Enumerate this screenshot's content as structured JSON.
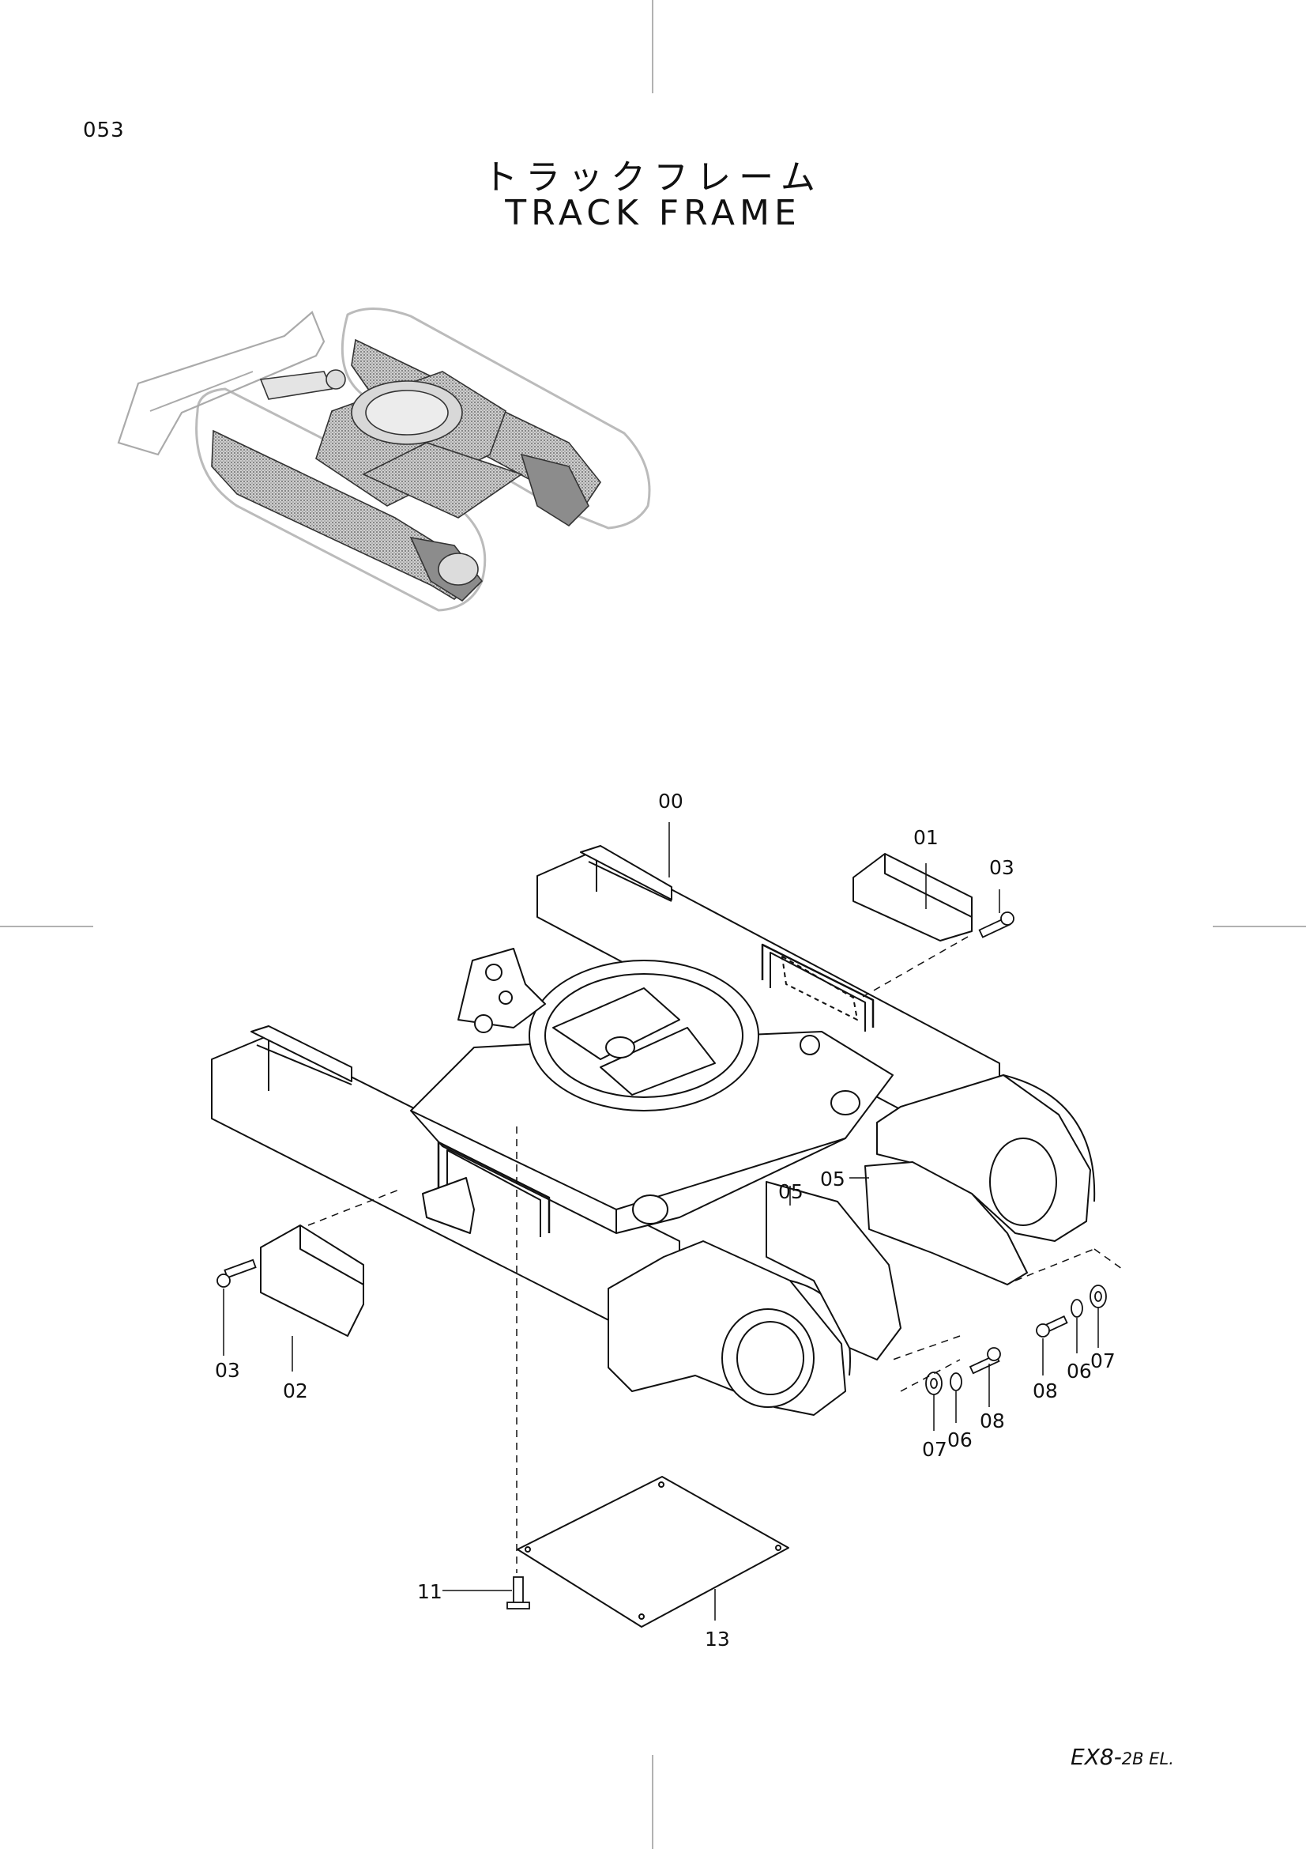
{
  "page": {
    "number": "053",
    "title_jp": "トラックフレーム",
    "title_en": "TRACK FRAME",
    "model_main": "EX8-",
    "model_sub": "2B EL."
  },
  "callouts": {
    "c00": "00",
    "c01": "01",
    "c02": "02",
    "c03a": "03",
    "c03b": "03",
    "c05a": "05",
    "c05b": "05",
    "c06a": "06",
    "c06b": "06",
    "c07a": "07",
    "c07b": "07",
    "c08a": "08",
    "c08b": "08",
    "c11": "11",
    "c13": "13"
  },
  "colors": {
    "line": "#111111",
    "shade": "#9a9a9a",
    "ghost": "#bcbcbc"
  }
}
